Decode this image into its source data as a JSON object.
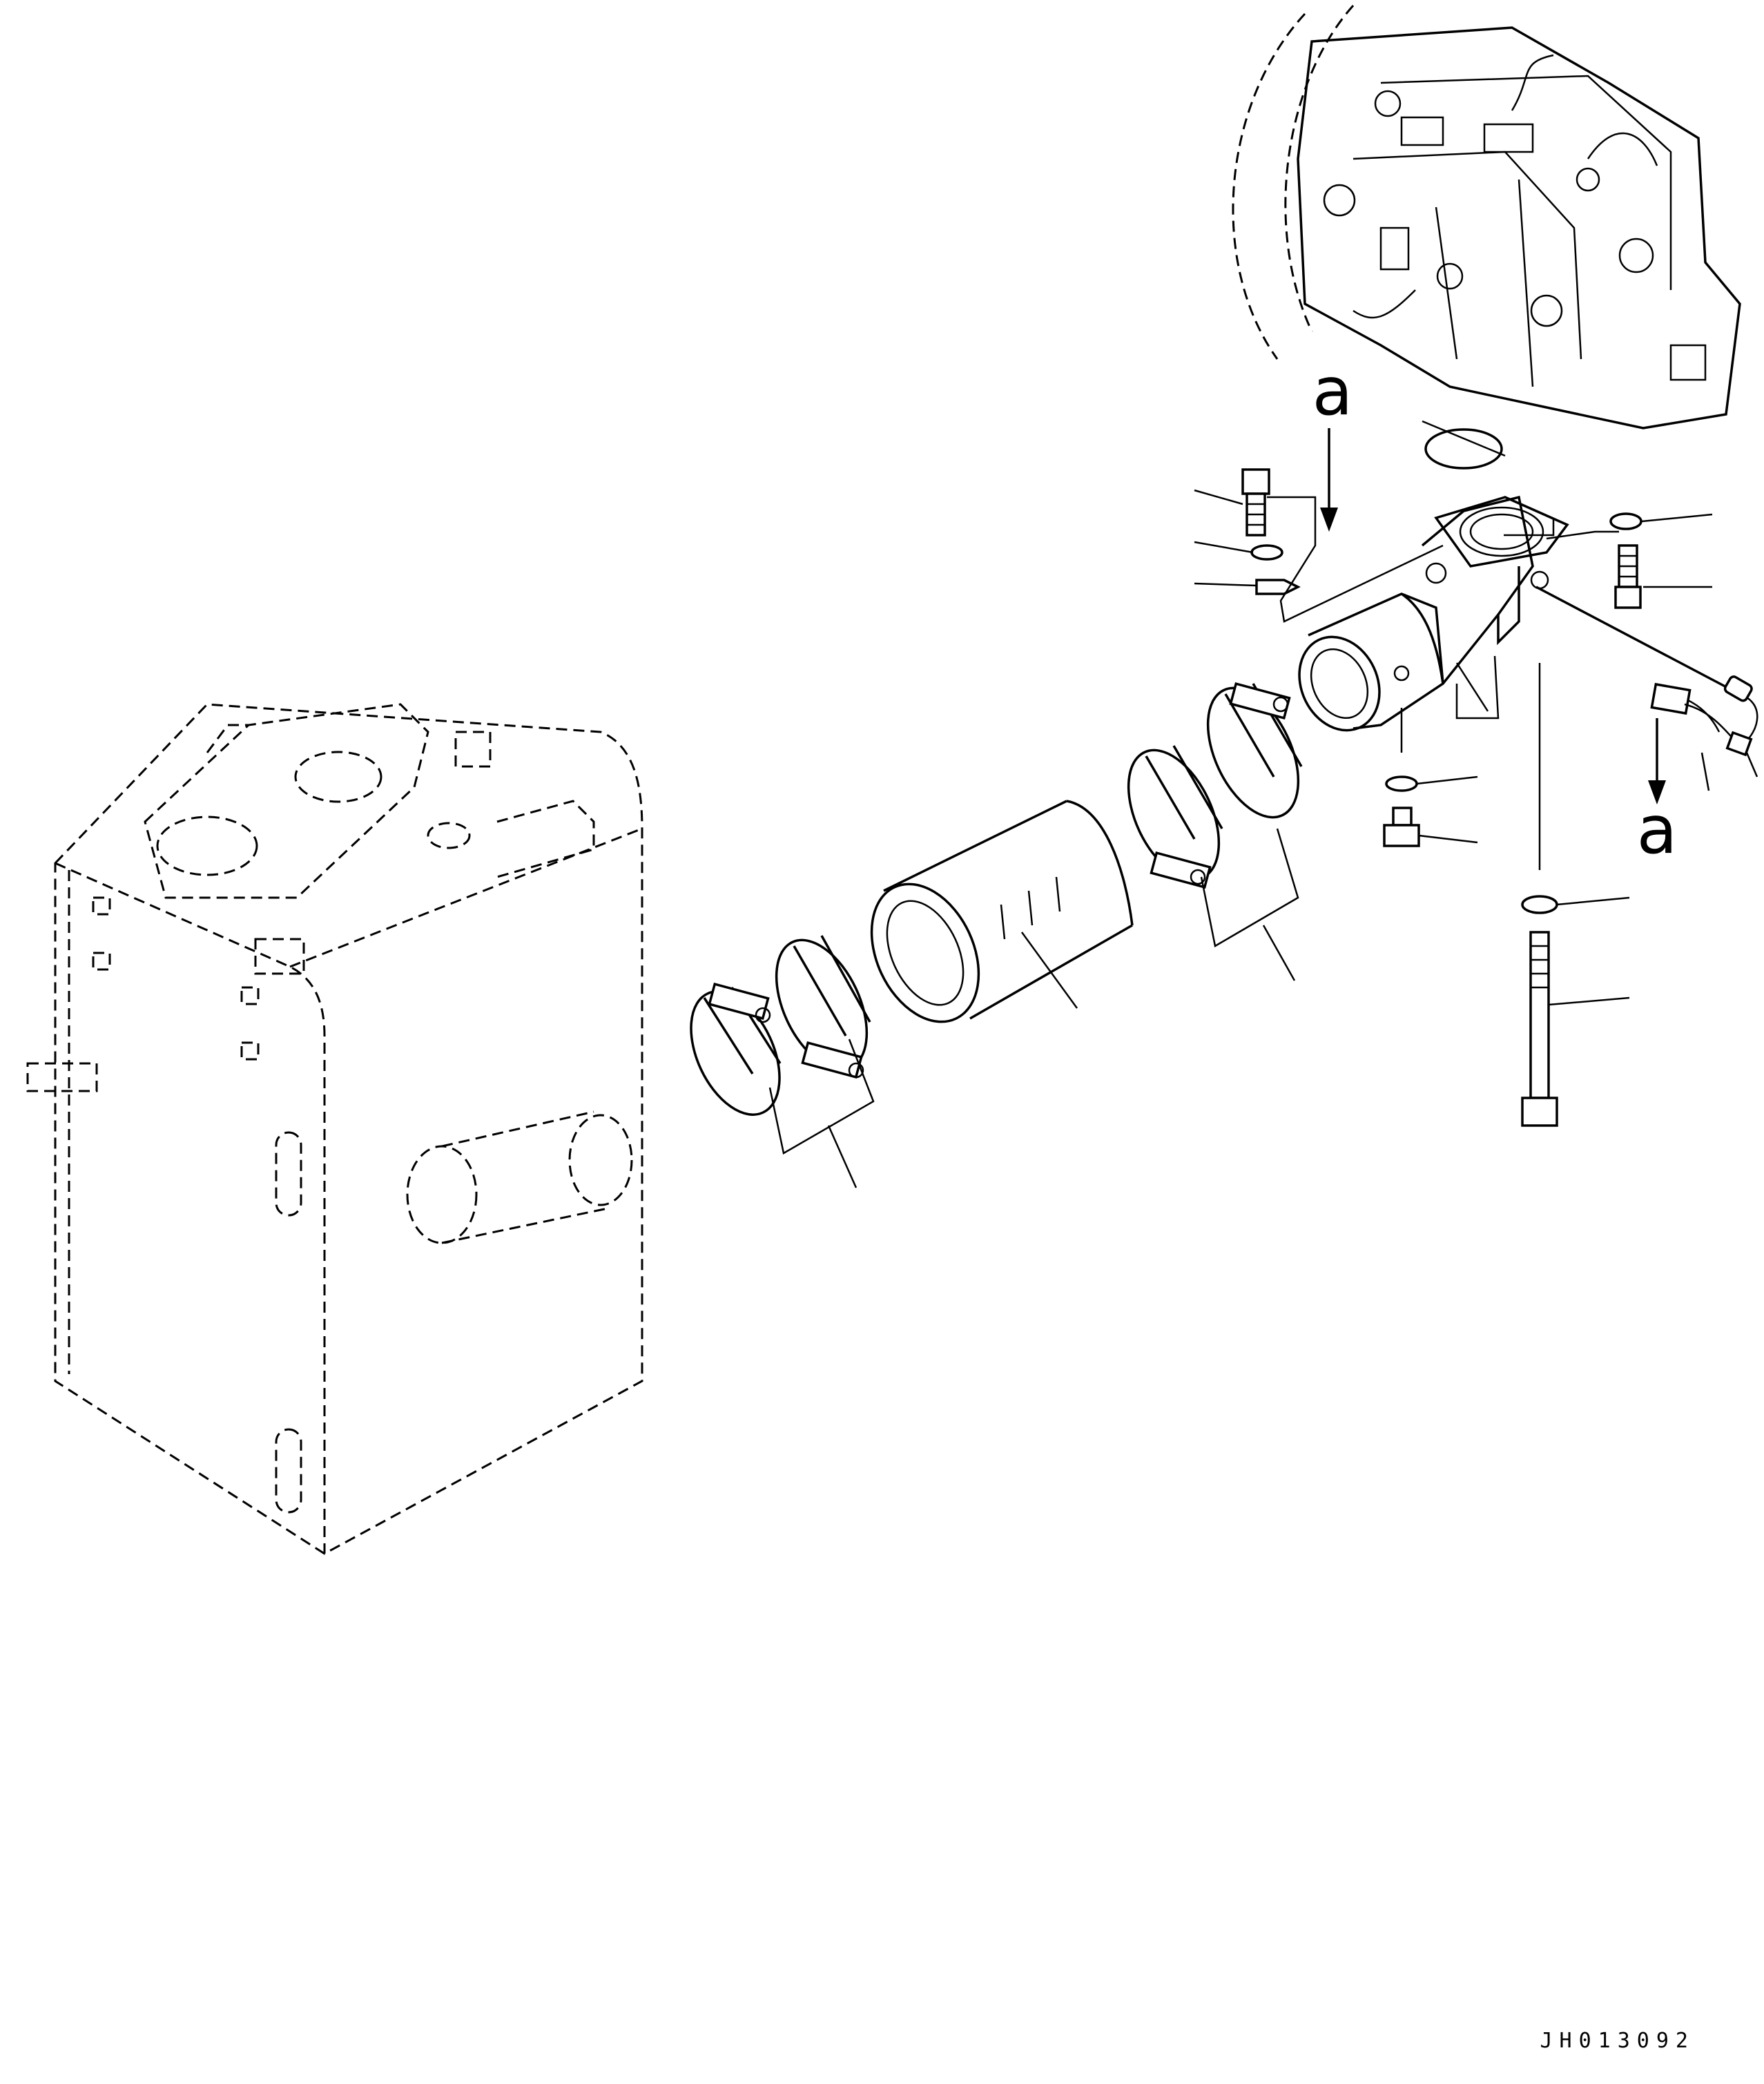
{
  "view_label_a_top": "a",
  "view_label_a_side": "a",
  "drawing_number": "JH013092"
}
